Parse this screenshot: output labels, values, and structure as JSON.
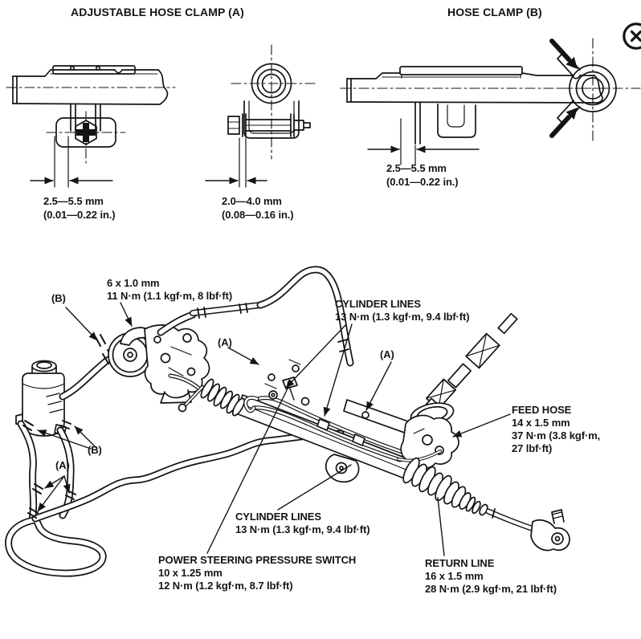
{
  "colors": {
    "ink": "#141414",
    "paper": "#ffffff"
  },
  "window": {
    "close_icon": "circled-x"
  },
  "clamp_a": {
    "title": "ADJUSTABLE HOSE CLAMP (A)",
    "side_gap": [
      "2.5—5.5 mm",
      "(0.01—0.22 in.)"
    ],
    "end_gap": [
      "2.0—4.0 mm",
      "(0.08—0.16 in.)"
    ]
  },
  "clamp_b": {
    "title": "HOSE CLAMP (B)",
    "side_gap": [
      "2.5—5.5 mm",
      "(0.01—0.22 in.)"
    ]
  },
  "assembly": {
    "callouts": {
      "pump_bolt": [
        "6 x 1.0 mm",
        "11 N·m (1.1 kgf·m, 8 lbf·ft)"
      ],
      "clamp_b_pump": "(B)",
      "cylinder_lines_upper": [
        "CYLINDER LINES",
        "13 N·m (1.3 kgf·m, 9.4 lbf·ft)"
      ],
      "clamp_a_mid": "(A)",
      "clamp_a_right": "(A)",
      "feed_hose": [
        "FEED HOSE",
        "14 x 1.5 mm",
        "37 N·m (3.8 kgf·m,",
        "27 lbf·ft)"
      ],
      "clamp_b_reservoir": "(B)",
      "clamp_a_reservoir": "(A)",
      "cylinder_lines_lower": [
        "CYLINDER LINES",
        "13 N·m (1.3 kgf·m, 9.4 lbf·ft)"
      ],
      "pressure_switch": [
        "POWER STEERING PRESSURE SWITCH",
        "10 x 1.25 mm",
        "12 N·m (1.2 kgf·m, 8.7 lbf·ft)"
      ],
      "return_line": [
        "RETURN LINE",
        "16 x 1.5 mm",
        "28 N·m (2.9 kgf·m, 21 lbf·ft)"
      ]
    }
  }
}
